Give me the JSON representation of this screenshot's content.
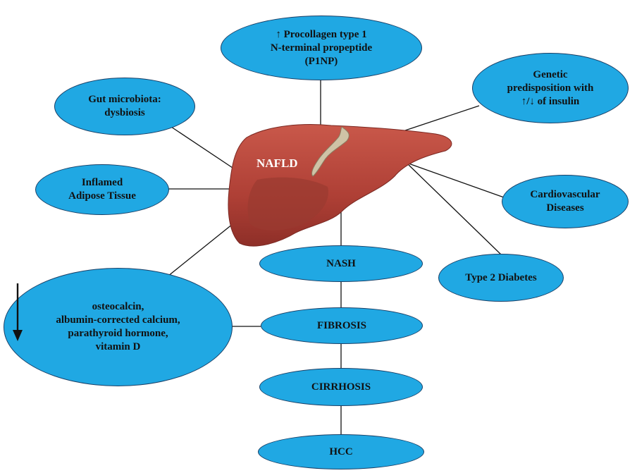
{
  "center": {
    "label": "NAFLD"
  },
  "nodes": {
    "p1np": {
      "lines": [
        "↑ Procollagen type 1",
        "N-terminal propeptide",
        "(P1NP)"
      ]
    },
    "genetic": {
      "lines": [
        "Genetic",
        "predisposition with",
        "↑/↓ of insulin"
      ]
    },
    "gut": {
      "lines": [
        "Gut microbiota:",
        "dysbiosis"
      ]
    },
    "adipose": {
      "lines": [
        "Inflamed",
        "Adipose Tissue"
      ]
    },
    "cardio": {
      "lines": [
        "Cardiovascular",
        "Diseases"
      ]
    },
    "t2d": {
      "lines": [
        "Type 2 Diabetes"
      ]
    },
    "nash": {
      "lines": [
        "NASH"
      ]
    },
    "markers": {
      "lines": [
        "osteocalcin,",
        "albumin-corrected calcium,",
        "parathyroid hormone,",
        "vitamin D"
      ]
    },
    "fibrosis": {
      "lines": [
        "FIBROSIS"
      ]
    },
    "cirrhosis": {
      "lines": [
        "CIRRHOSIS"
      ]
    },
    "hcc": {
      "lines": [
        "HCC"
      ]
    }
  },
  "colors": {
    "node_fill": "#20a8e3",
    "node_border": "#1a3f66",
    "liver": "#b6463a",
    "line": "#111111"
  },
  "icons": {
    "down_arrow": "arrow-down-icon",
    "liver": "liver-illustration"
  }
}
